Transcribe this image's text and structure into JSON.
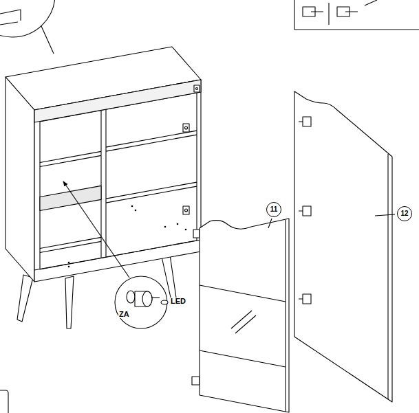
{
  "diagram": {
    "nodes": [
      {
        "text": [
          "11"
        ]
      },
      {
        "text": [
          "12"
        ]
      }
    ],
    "labels": [
      "ZA",
      "LED"
    ]
  }
}
